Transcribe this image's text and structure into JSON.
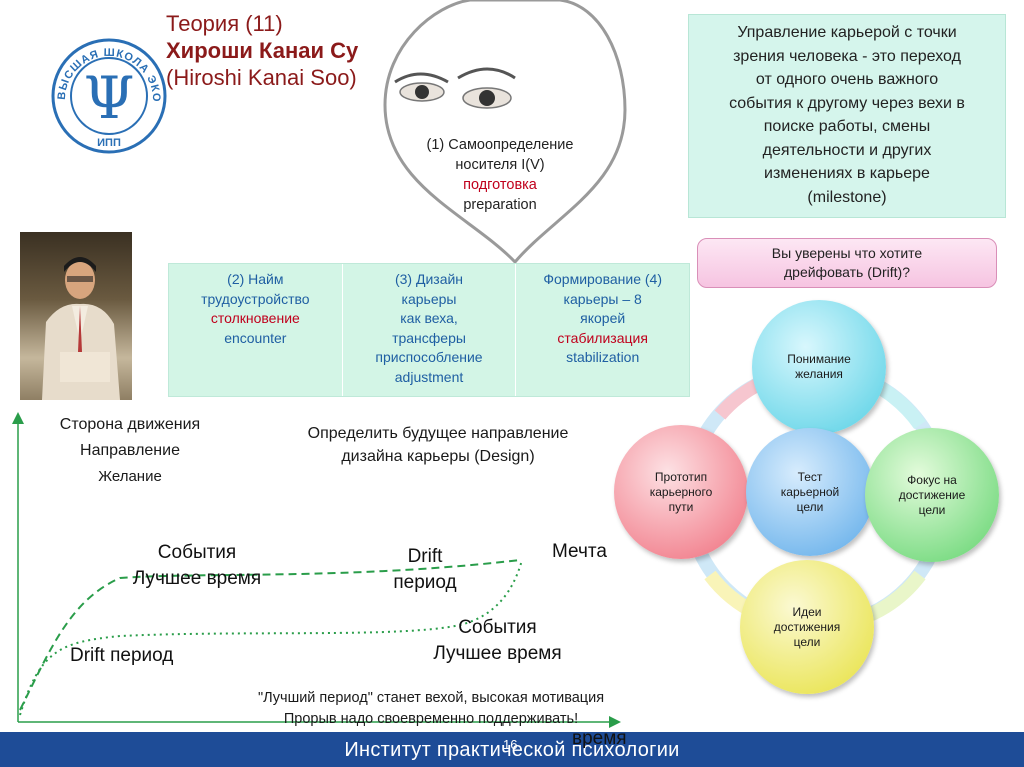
{
  "title": {
    "line1": "Теория (11)",
    "line2": "Хироши Канаи Су",
    "line3": "(Hiroshi Kanai Soo)"
  },
  "logo": {
    "ring_text": "ВЫСШАЯ ШКОЛА ЭКОНОМИКИ",
    "ring_text_bottom": "ИПП",
    "symbol": "Ψ"
  },
  "quote_box": {
    "lines": [
      "Управление карьерой с точки",
      "зрения человека - это переход",
      "от одного очень важного",
      "события к другому через вехи в",
      "поиске работы, смены",
      "деятельности  и других",
      "изменениях в карьере",
      "(milestone)"
    ]
  },
  "self_determination": {
    "line1": "(1) Самоопределение",
    "line2": "носителя I(V)",
    "line3": "подготовка",
    "line4": "preparation"
  },
  "drift_question": {
    "line1": "Вы уверены что хотите",
    "line2": "дрейфовать (Drift)?"
  },
  "stages": [
    {
      "l1": "(2) Найм",
      "l2": "трудоустройство",
      "l3": "столкновение",
      "l4": "encounter",
      "l5": ""
    },
    {
      "l1": "(3) Дизайн",
      "l2": "карьеры",
      "l3": "как веха,",
      "l4": "трансферы",
      "l5": "приспособление",
      "l6": "adjustment"
    },
    {
      "l1": "Формирование (4)",
      "l2": "карьеры – 8",
      "l3": "якорей",
      "l4": "стабилизация",
      "l5": "stabilization"
    }
  ],
  "left_labels": {
    "line1": "Сторона движения",
    "line2": "Направление",
    "line3": "Желание"
  },
  "design_text": {
    "line1": "Определить будущее направление",
    "line2": "дизайна карьеры (Design)"
  },
  "graph": {
    "events_top_1": "События",
    "events_top_2": "Лучшее время",
    "drift_mid_1": "Drift",
    "drift_mid_2": "период",
    "dream": "Мечта",
    "events_bottom_1": "События",
    "events_bottom_2": "Лучшее время",
    "drift_low": "Drift период",
    "time_label": "время"
  },
  "notes": {
    "line1": "\"Лучший период\" станет вехой, высокая мотивация",
    "line2": "Прорыв надо своевременно поддерживать!"
  },
  "circles": {
    "top": {
      "l1": "Понимание",
      "l2": "желания"
    },
    "left": {
      "l1": "Прототип",
      "l2": "карьерного",
      "l3": "пути"
    },
    "center": {
      "l1": "Тест",
      "l2": "карьерной",
      "l3": "цели"
    },
    "right": {
      "l1": "Фокус на",
      "l2": "достижение",
      "l3": "цели"
    },
    "bottom": {
      "l1": "Идеи",
      "l2": "достижения",
      "l3": "цели"
    }
  },
  "page_number": "16",
  "footer": "Институт практической психологии",
  "colors": {
    "title": "#8b1a1a",
    "footer_bg": "#1e4c97",
    "box_green": "#d3f5e6",
    "accent_red": "#c0001c",
    "accent_blue": "#1f5fa3",
    "curve_green": "#2a9d4a"
  }
}
